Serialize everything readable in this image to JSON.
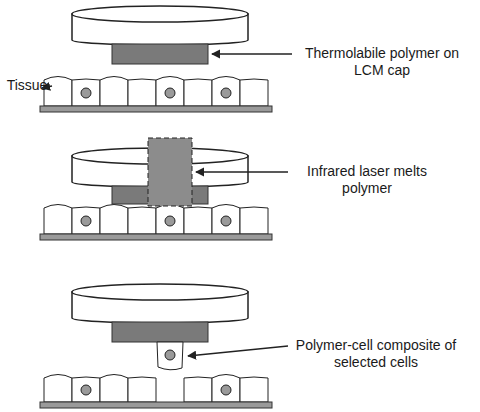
{
  "diagram": {
    "labels": [
      "Thermolabile polymer on LCM cap",
      "Tissue",
      "Infrared laser melts polymer",
      "Polymer-cell composite of selected cells"
    ]
  }
}
